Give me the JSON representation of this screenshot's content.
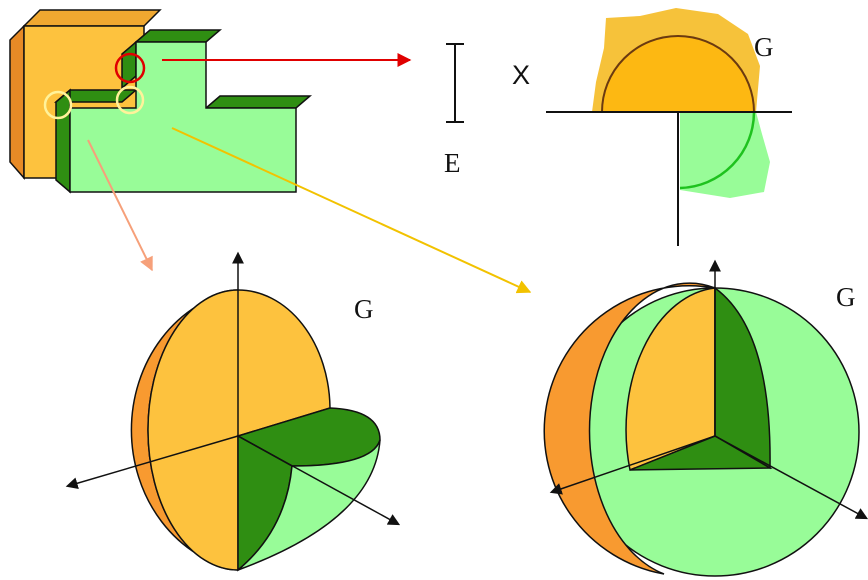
{
  "labels": {
    "x": "X",
    "e": "E",
    "g_top": "G",
    "g_left": "G",
    "g_right": "G"
  },
  "colors": {
    "orange_light": "#fdc23e",
    "orange_dark": "#f89a30",
    "orange_side": "#e78a26",
    "green_light": "#98fc98",
    "green_dark": "#2f8e12",
    "yellow_halo": "#f6c23a",
    "red_arrow": "#e00000",
    "salmon_arrow": "#f6a07a",
    "yellow_arrow": "#f2c200",
    "outline": "#111111"
  }
}
